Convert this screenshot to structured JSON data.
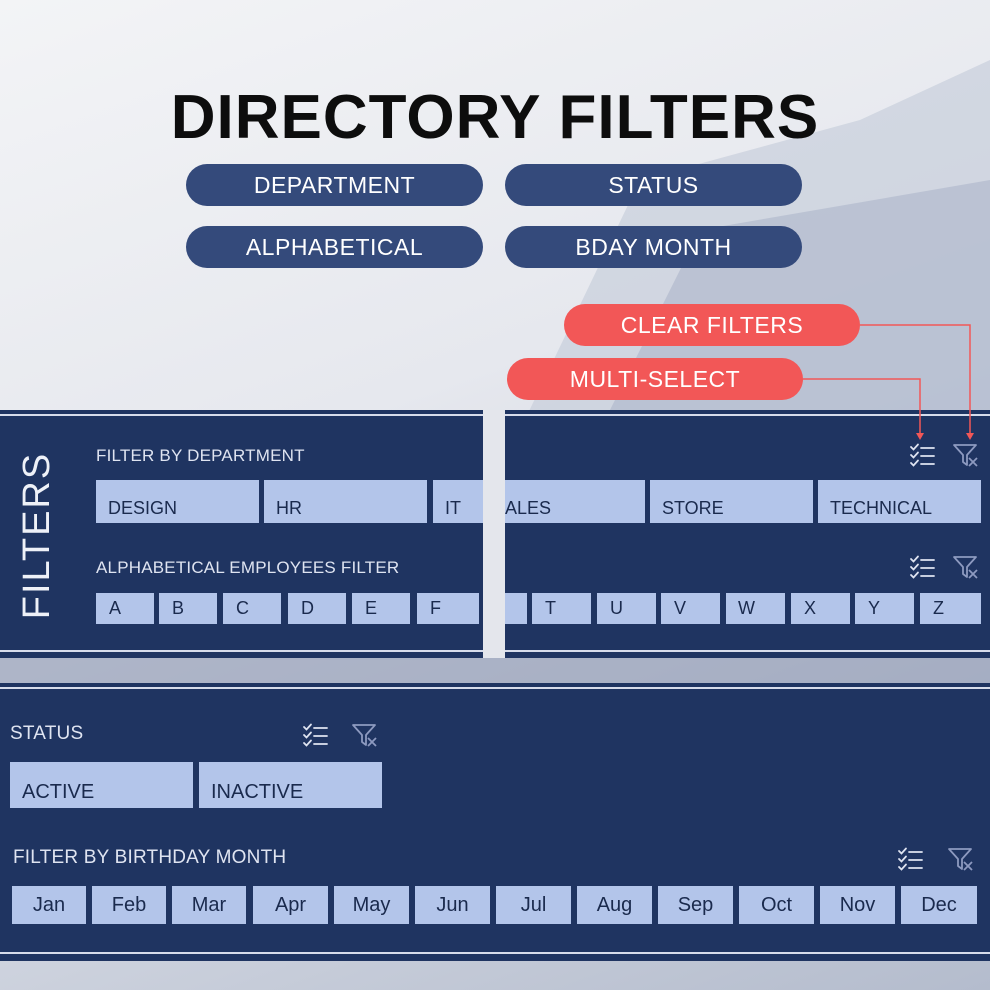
{
  "title": "DIRECTORY FILTERS",
  "feature_pills": [
    "DEPARTMENT",
    "STATUS",
    "ALPHABETICAL",
    "BDAY MONTH"
  ],
  "callouts": {
    "clear": "CLEAR FILTERS",
    "multi": "MULTI-SELECT"
  },
  "filters_panel": {
    "vertical_label": "FILTERS",
    "department": {
      "label": "FILTER BY DEPARTMENT",
      "items": [
        "DESIGN",
        "HR",
        "IT",
        "ALES",
        "STORE",
        "TECHNICAL"
      ]
    },
    "alphabetical": {
      "label": "ALPHABETICAL EMPLOYEES FILTER",
      "items": [
        "A",
        "B",
        "C",
        "D",
        "E",
        "F",
        "T",
        "U",
        "V",
        "W",
        "X",
        "Y",
        "Z"
      ]
    }
  },
  "status_panel": {
    "status": {
      "label": "STATUS",
      "items": [
        "ACTIVE",
        "INACTIVE"
      ]
    },
    "birthday": {
      "label": "FILTER BY BIRTHDAY MONTH",
      "items": [
        "Jan",
        "Feb",
        "Mar",
        "Apr",
        "May",
        "Jun",
        "Jul",
        "Aug",
        "Sep",
        "Oct",
        "Nov",
        "Dec"
      ]
    }
  },
  "colors": {
    "navy_panel": "#1f3461",
    "pill_blue": "#344a7b",
    "callout_red": "#f25757",
    "button_fill": "#b3c5ea"
  },
  "icons": [
    "multi-select-icon",
    "clear-filter-icon"
  ]
}
